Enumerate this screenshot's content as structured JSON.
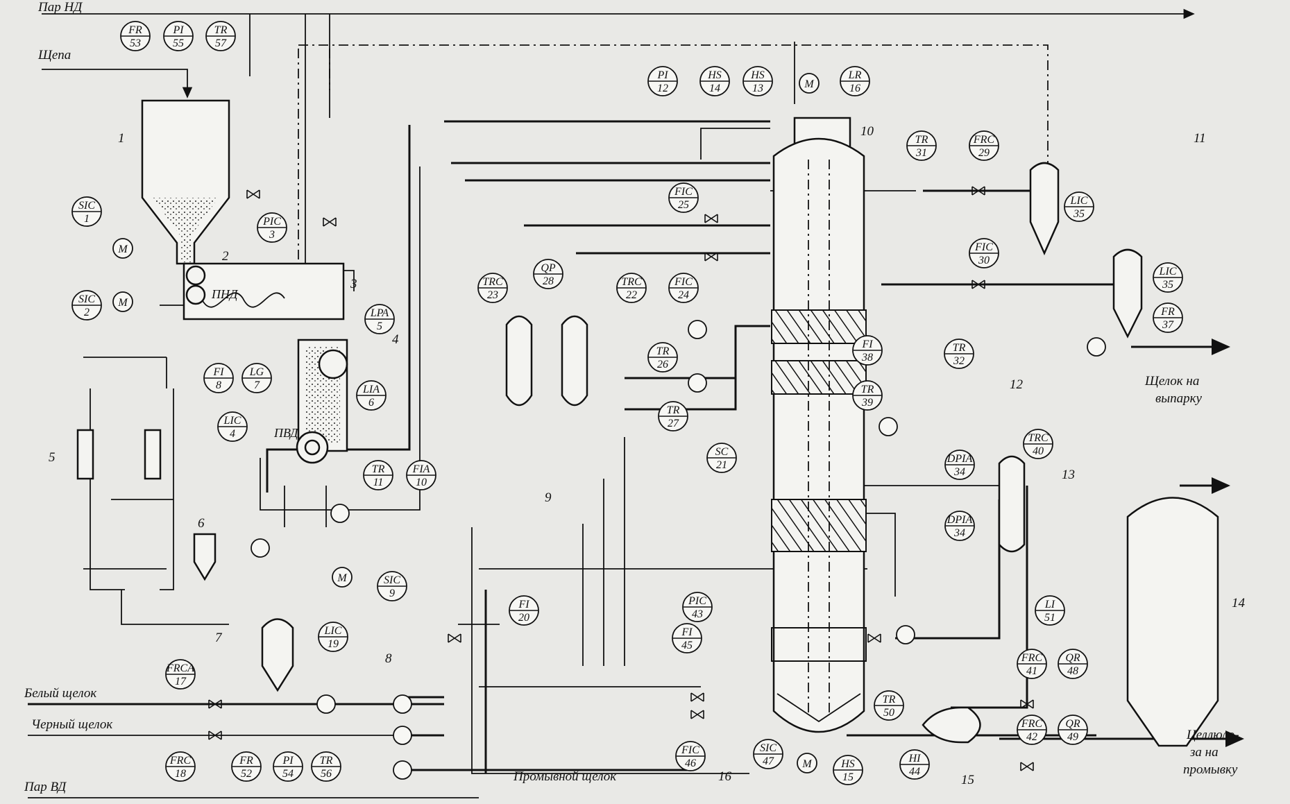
{
  "streams": {
    "steam_low": "Пар НД",
    "chips": "Щепа",
    "white_liquor": "Белый щелок",
    "black_liquor": "Черный щелок",
    "steam_high": "Пар ВД",
    "wash_liquor": "Промывной щелок",
    "liquor_evap_1": "Щелок на",
    "liquor_evap_2": "выпарку",
    "pulp_wash_1": "Целлюло-",
    "pulp_wash_2": "за на",
    "pulp_wash_3": "промывку"
  },
  "labels": {
    "pnd": "ПНД",
    "pvd": "ПВД",
    "motor": "M"
  },
  "equipment_numbers": [
    "1",
    "2",
    "3",
    "4",
    "5",
    "6",
    "7",
    "8",
    "9",
    "10",
    "11",
    "12",
    "13",
    "14",
    "15",
    "16"
  ],
  "instruments": [
    {
      "code": "FR",
      "num": "53"
    },
    {
      "code": "PI",
      "num": "55"
    },
    {
      "code": "TR",
      "num": "57"
    },
    {
      "code": "SIC",
      "num": "1"
    },
    {
      "code": "SIC",
      "num": "2"
    },
    {
      "code": "PIC",
      "num": "3"
    },
    {
      "code": "LPA",
      "num": "5"
    },
    {
      "code": "LIA",
      "num": "6"
    },
    {
      "code": "FI",
      "num": "8"
    },
    {
      "code": "LG",
      "num": "7"
    },
    {
      "code": "LIC",
      "num": "4"
    },
    {
      "code": "TR",
      "num": "11"
    },
    {
      "code": "FIA",
      "num": "10"
    },
    {
      "code": "SIC",
      "num": "9"
    },
    {
      "code": "LIC",
      "num": "19"
    },
    {
      "code": "FRCA",
      "num": "17"
    },
    {
      "code": "FRC",
      "num": "18"
    },
    {
      "code": "FR",
      "num": "52"
    },
    {
      "code": "PI",
      "num": "54"
    },
    {
      "code": "TR",
      "num": "56"
    },
    {
      "code": "FI",
      "num": "20"
    },
    {
      "code": "PI",
      "num": "12"
    },
    {
      "code": "HS",
      "num": "14"
    },
    {
      "code": "HS",
      "num": "13"
    },
    {
      "code": "LR",
      "num": "16"
    },
    {
      "code": "FIC",
      "num": "25"
    },
    {
      "code": "FIC",
      "num": "24"
    },
    {
      "code": "QP",
      "num": "28"
    },
    {
      "code": "TRC",
      "num": "23"
    },
    {
      "code": "TRC",
      "num": "22"
    },
    {
      "code": "TR",
      "num": "26"
    },
    {
      "code": "TR",
      "num": "27"
    },
    {
      "code": "SC",
      "num": "21"
    },
    {
      "code": "FI",
      "num": "38"
    },
    {
      "code": "TR",
      "num": "39"
    },
    {
      "code": "TR",
      "num": "31"
    },
    {
      "code": "FRC",
      "num": "29"
    },
    {
      "code": "FIC",
      "num": "30"
    },
    {
      "code": "TR",
      "num": "32"
    },
    {
      "code": "DPIA",
      "num": "34"
    },
    {
      "code": "DPIA",
      "num": "34"
    },
    {
      "code": "PIC",
      "num": "43"
    },
    {
      "code": "FI",
      "num": "45"
    },
    {
      "code": "FIC",
      "num": "46"
    },
    {
      "code": "SIC",
      "num": "47"
    },
    {
      "code": "HS",
      "num": "15"
    },
    {
      "code": "TR",
      "num": "50"
    },
    {
      "code": "HI",
      "num": "44"
    },
    {
      "code": "LIC",
      "num": "35"
    },
    {
      "code": "LIC",
      "num": "35"
    },
    {
      "code": "FR",
      "num": "37"
    },
    {
      "code": "TRC",
      "num": "40"
    },
    {
      "code": "LI",
      "num": "51"
    },
    {
      "code": "FRC",
      "num": "41"
    },
    {
      "code": "QR",
      "num": "48"
    },
    {
      "code": "FRC",
      "num": "42"
    },
    {
      "code": "QR",
      "num": "49"
    }
  ]
}
